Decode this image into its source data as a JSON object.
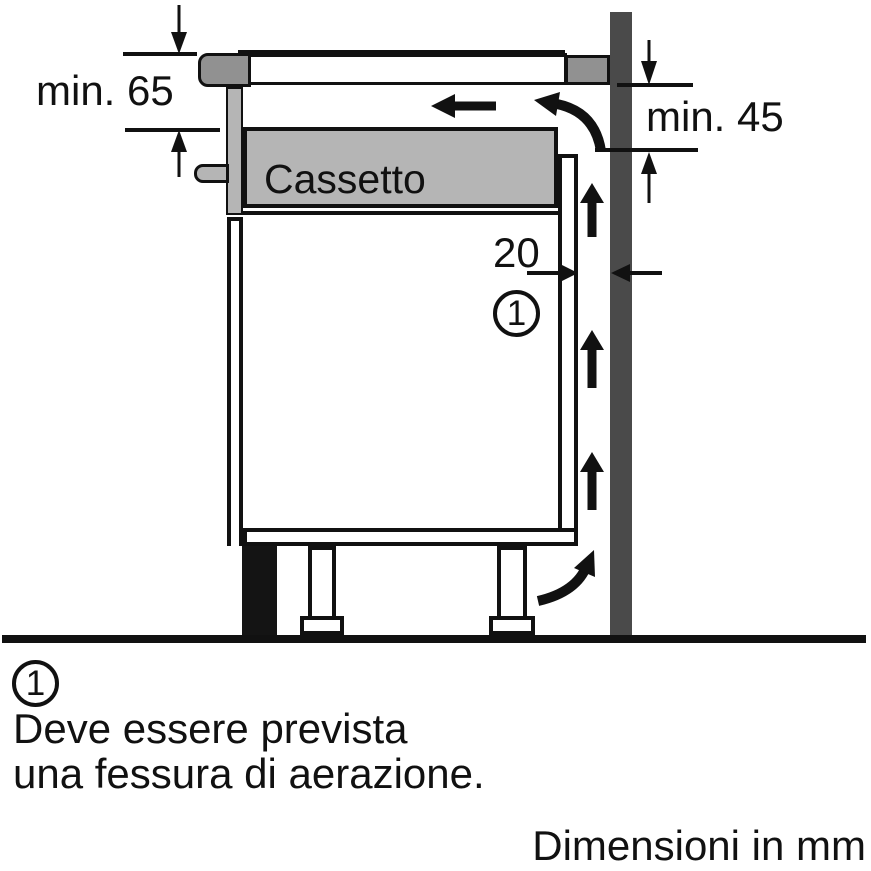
{
  "diagram": {
    "dimensions": {
      "hob_to_drawer": "min. 65",
      "worktop_to_cabinet": "min. 45",
      "vent_gap": "20"
    },
    "drawer_label": "Cassetto",
    "callout": "1",
    "colors": {
      "line": "#111111",
      "wall": "#4a4a4a",
      "hob_trim": "#919191",
      "panel_fill": "#b5b5b5",
      "plinth": "#141414",
      "background": "#ffffff"
    }
  },
  "legend": {
    "marker": "1",
    "note_line1": "Deve essere prevista",
    "note_line2": "una fessura di aerazione.",
    "units": "Dimensioni in mm"
  }
}
